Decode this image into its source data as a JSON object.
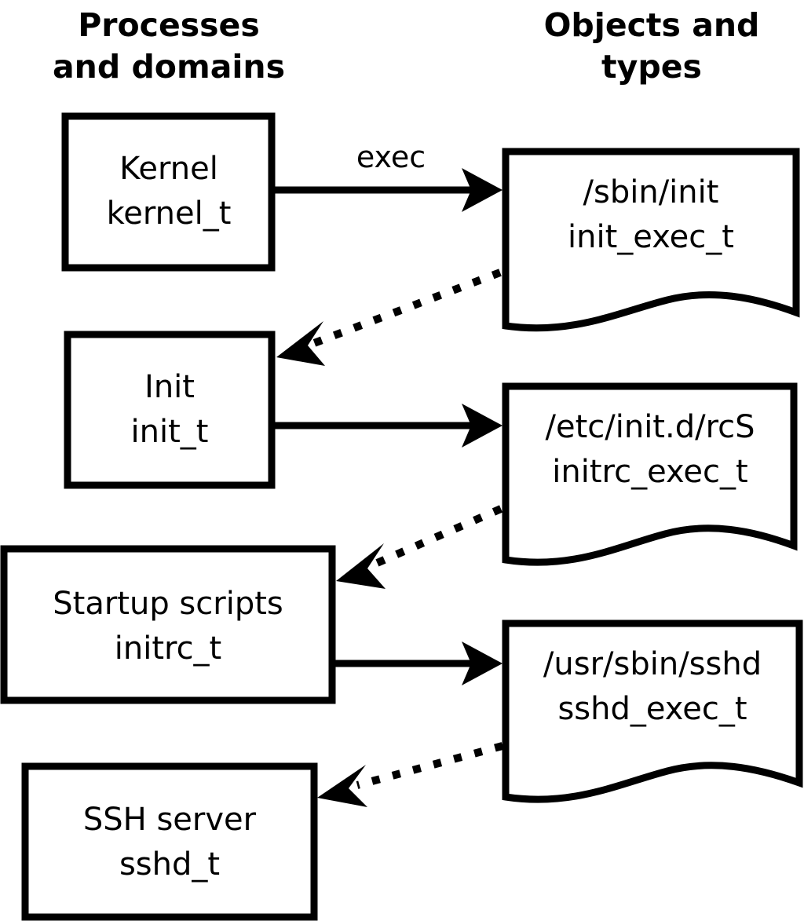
{
  "diagram": {
    "title_left": {
      "line1": "Processes",
      "line2": "and domains"
    },
    "title_right": {
      "line1": "Objects and",
      "line2": "types"
    },
    "colors": {
      "stroke": "#000000",
      "background": "#ffffff",
      "text": "#000000"
    },
    "process_nodes": [
      {
        "id": "kernel",
        "line1": "Kernel",
        "line2": "kernel_t"
      },
      {
        "id": "init",
        "line1": "Init",
        "line2": "init_t"
      },
      {
        "id": "initrc",
        "line1": "Startup scripts",
        "line2": "initrc_t"
      },
      {
        "id": "sshd",
        "line1": "SSH server",
        "line2": "sshd_t"
      }
    ],
    "object_nodes": [
      {
        "id": "init_exec",
        "line1": "/sbin/init",
        "line2": "init_exec_t"
      },
      {
        "id": "initrc_exec",
        "line1": "/etc/init.d/rcS",
        "line2": "initrc_exec_t"
      },
      {
        "id": "sshd_exec",
        "line1": "/usr/sbin/sshd",
        "line2": "sshd_exec_t"
      }
    ],
    "edges": [
      {
        "id": "kernel-exec-init_exec",
        "from": "kernel",
        "to": "init_exec",
        "label": "exec",
        "style": "solid"
      },
      {
        "id": "init_exec-transition-init",
        "from": "init_exec",
        "to": "init",
        "label": "",
        "style": "dotted"
      },
      {
        "id": "init-exec-initrc_exec",
        "from": "init",
        "to": "initrc_exec",
        "label": "",
        "style": "solid"
      },
      {
        "id": "initrc_exec-transition-initrc",
        "from": "initrc_exec",
        "to": "initrc",
        "label": "",
        "style": "dotted"
      },
      {
        "id": "initrc-exec-sshd_exec",
        "from": "initrc",
        "to": "sshd_exec",
        "label": "",
        "style": "solid"
      },
      {
        "id": "sshd_exec-transition-sshd",
        "from": "sshd_exec",
        "to": "sshd",
        "label": "",
        "style": "dotted"
      }
    ]
  }
}
